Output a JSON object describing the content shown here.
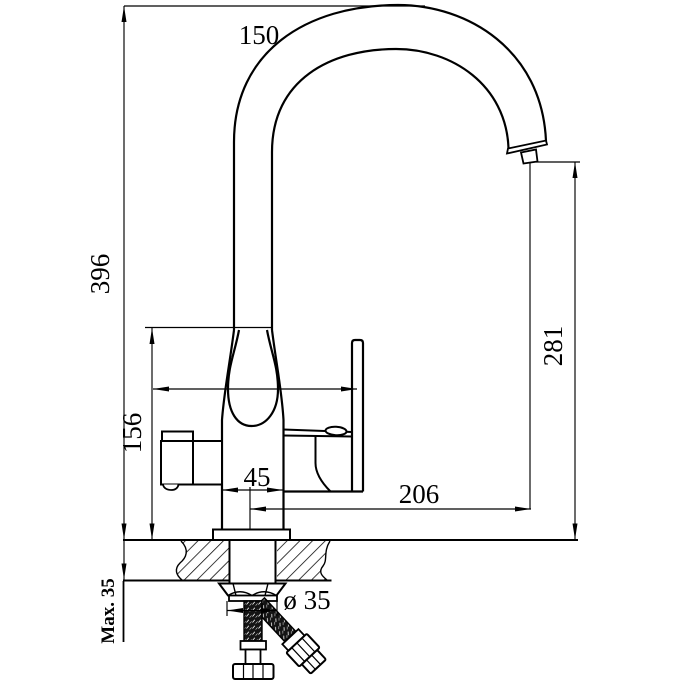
{
  "drawing": {
    "type": "technical-dimension-drawing",
    "subject": "kitchen-faucet-side-elevation",
    "background_color": "#ffffff",
    "line_color": "#000000",
    "labels": {
      "spout_offset": "150",
      "overall_height": "396",
      "body_height": "156",
      "body_width": "45",
      "spout_reach": "206",
      "spout_outlet_height": "281",
      "max_counter_thickness": "Max. 35",
      "mounting_hole_diameter": "ø 35"
    }
  }
}
